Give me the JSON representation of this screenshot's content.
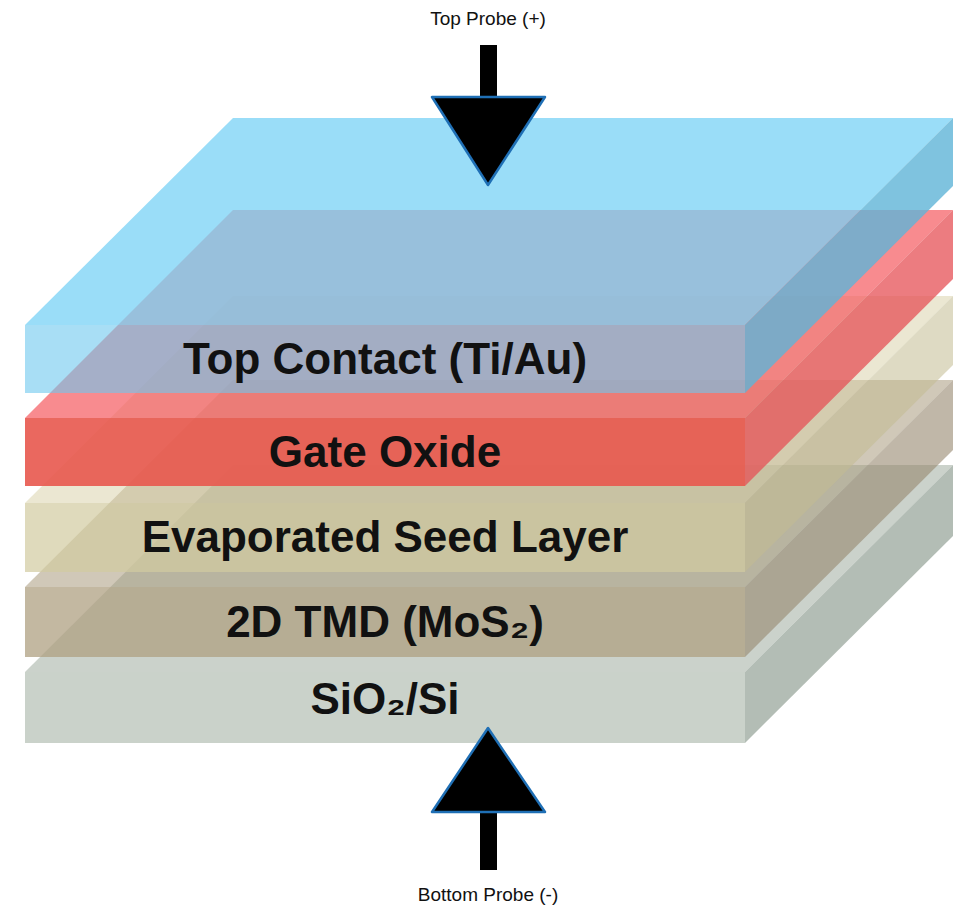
{
  "diagram": {
    "nodes": [
      {
        "text": [
          "Top Contact (Ti/Au)"
        ]
      },
      {
        "text": [
          "Gate Oxide"
        ]
      },
      {
        "text": [
          "Evaporated Seed Layer"
        ]
      },
      {
        "text": [
          "2D TMD (MoS₂)"
        ]
      },
      {
        "text": [
          "SiO₂/Si"
        ]
      }
    ],
    "labels": [
      "Top Probe (+)",
      "Bottom Probe (-)"
    ]
  }
}
